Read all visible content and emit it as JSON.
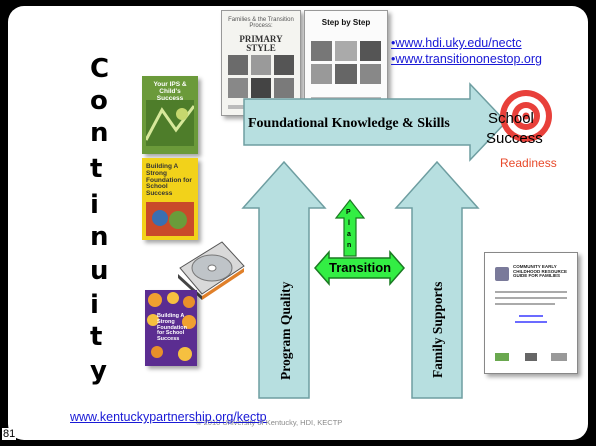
{
  "slide": {
    "number": "81",
    "footer": "© 2010 University of Kentucky, HDI, KECTP",
    "continuity_letters": [
      "C",
      "o",
      "n",
      "t",
      "i",
      "n",
      "u",
      "i",
      "t",
      "y"
    ]
  },
  "books": {
    "primary_style": {
      "line1": "Families & the Transition Process:",
      "line2": "PRIMARY STYLE"
    },
    "step_by_step": {
      "title": "Step by Step"
    },
    "your_ips": {
      "title": "Your IPS & Child's Success"
    },
    "building_yellow": {
      "title": "Building A Strong Foundation for School Success"
    },
    "building_purple": {
      "title": "Building A Strong Foundation for School Success"
    },
    "guide": {
      "title": "COMMUNITY EARLY CHILDHOOD RESOURCE GUIDE FOR FAMILIES"
    }
  },
  "links": {
    "hdi": "•www.hdi.uky.edu/nectc",
    "transition": "•www.transitiononestop.org",
    "kentucky": "www.kentuckypartnership.org/kectp"
  },
  "diagram": {
    "foundational": "Foundational Knowledge & Skills",
    "program_quality": "Program Quality",
    "family_supports": "Family Supports",
    "transition": "Transition",
    "plan_letters": [
      "P",
      "l",
      "a",
      "n"
    ],
    "school": "School",
    "success": "Success",
    "readiness": "Readiness"
  },
  "colors": {
    "arrow_fill": "#b7dfe0",
    "arrow_stroke": "#6e9ea1",
    "transition_green": "#33ee44",
    "target_red": "#e8403a",
    "link_blue": "#1a1ad6",
    "readiness_red": "#e84a2b"
  }
}
